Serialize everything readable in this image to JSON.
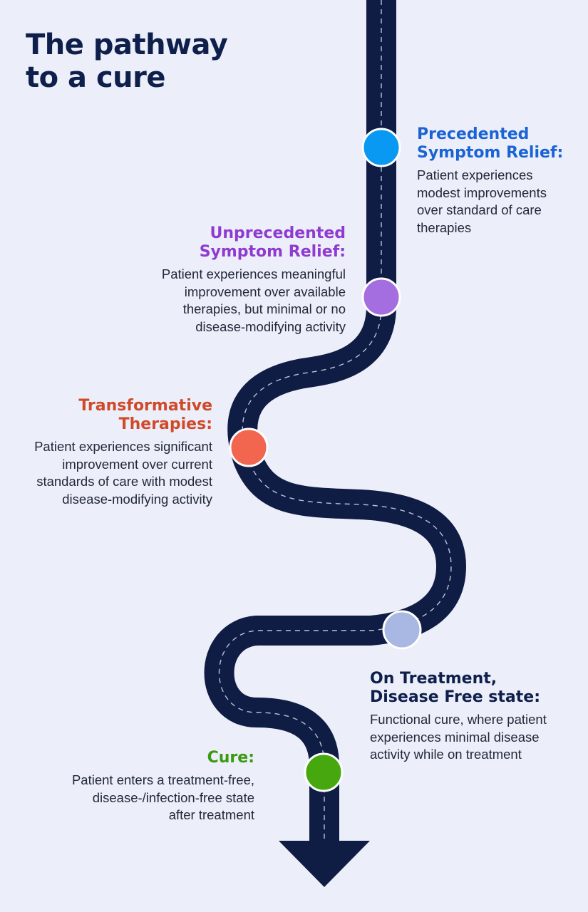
{
  "title": {
    "line1": "The pathway",
    "line2": "to a cure"
  },
  "colors": {
    "background": "#eceff9",
    "road": "#0f1c43",
    "title": "#0f1f4b",
    "precedented": "#0a99f2",
    "unprecedented": "#a46ee0",
    "transformative": "#f2654f",
    "disease_free": "#a9b7e3",
    "cure": "#46a80e"
  },
  "stages": [
    {
      "key": "precedented",
      "title_lines": [
        "Precedented",
        "Symptom Relief:"
      ],
      "title_color": "#1a63d6",
      "marker_color": "#0a99f2",
      "desc_lines": [
        "Patient experiences",
        "modest improvements",
        "over standard of care",
        "therapies"
      ]
    },
    {
      "key": "unprecedented",
      "title_lines": [
        "Unprecedented",
        "Symptom Relief:"
      ],
      "title_color": "#8f3ad0",
      "marker_color": "#a46ee0",
      "desc_lines": [
        "Patient experiences meaningful",
        "improvement over available",
        "therapies, but minimal or no",
        "disease-modifying activity"
      ]
    },
    {
      "key": "transformative",
      "title_lines": [
        "Transformative",
        "Therapies:"
      ],
      "title_color": "#d04a2a",
      "marker_color": "#f2654f",
      "desc_lines": [
        "Patient experiences significant",
        "improvement over current",
        "standards of care with modest",
        "disease-modifying activity"
      ]
    },
    {
      "key": "disease_free",
      "title_lines": [
        "On Treatment,",
        "Disease Free state:"
      ],
      "title_color": "#0f1f4b",
      "marker_color": "#a9b7e3",
      "desc_lines": [
        "Functional cure, where patient",
        "experiences minimal disease",
        "activity while on treatment"
      ]
    },
    {
      "key": "cure",
      "title_lines": [
        "Cure:"
      ],
      "title_color": "#3a9a10",
      "marker_color": "#46a80e",
      "desc_lines": [
        "Patient enters a treatment-free,",
        "disease-/infection-free state",
        "after treatment"
      ]
    }
  ]
}
